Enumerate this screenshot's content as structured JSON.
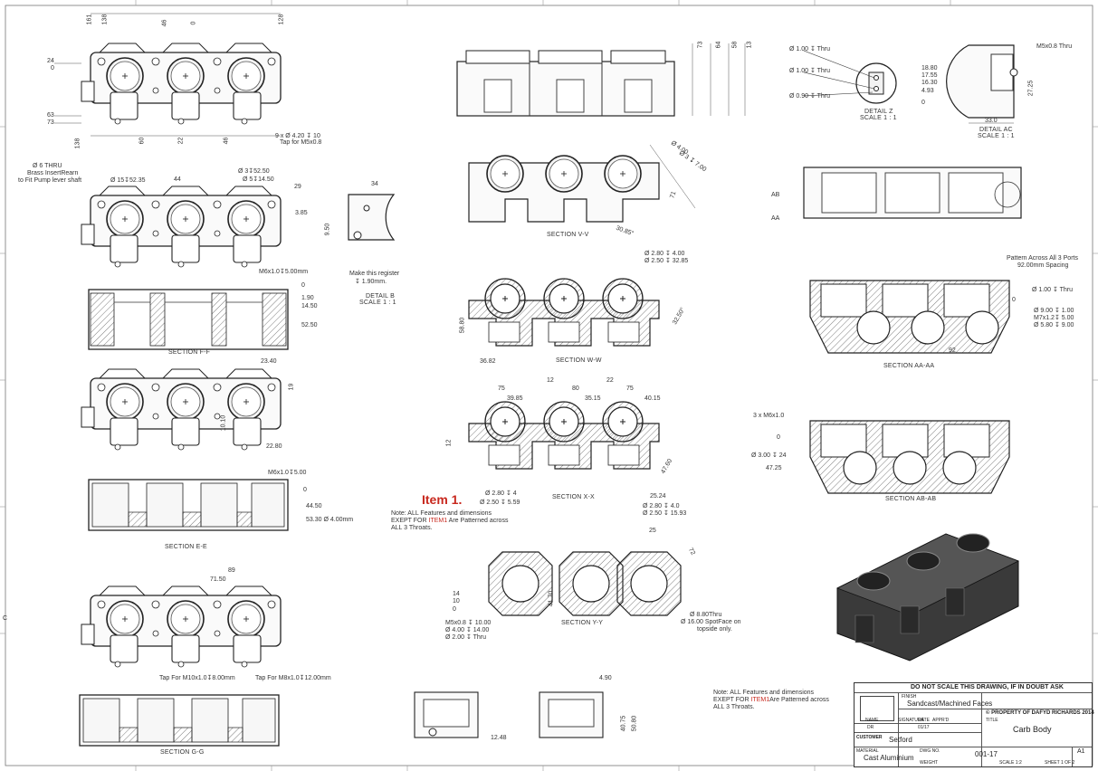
{
  "sections": {
    "section_vv": "SECTION V-V",
    "section_ww": "SECTION W-W",
    "section_xx": "SECTION X-X",
    "section_yy": "SECTION Y-Y",
    "section_ff": "SECTION F-F",
    "section_ee": "SECTION E-E",
    "section_gg": "SECTION G-G",
    "section_aa": "SECTION AA-AA",
    "section_ab": "SECTION AB-AB",
    "detail_z": "DETAIL Z",
    "detail_z_scale": "SCALE 1 : 1",
    "detail_ac": "DETAIL AC",
    "detail_ac_scale": "SCALE 1 : 1",
    "detail_b": "DETAIL B",
    "detail_b_scale": "SCALE 1 : 1"
  },
  "notes": {
    "brass_1": "Ø 6 THRU",
    "brass_2": "Brass InsertRearn",
    "brass_3": "to Fit Pump lever shaft",
    "tap_m5": "Tap for M5x0.8",
    "holes_9x": "9 x Ø 4.20 ↧ 10",
    "register_1": "Make this register",
    "register_2": "↧ 1.90mm.",
    "pattern_1": "Pattern Across All 3 Ports",
    "pattern_2": "92.00mm Spacing",
    "tap_m10": "Tap For M10x1.0↧8.00mm",
    "tap_m8": "Tap For M8x1.0↧12.00mm",
    "item1": "Item 1.",
    "note1_a": "Note: ALL Features and dimensions",
    "note1_b_pre": "EXEPT FOR ",
    "note1_b_red": "ITEM1",
    "note1_b_post": " Are Patterned across",
    "note1_c": "ALL 3 Throats.",
    "note2_a": "Note: ALL Features and dimensions",
    "note2_b_pre": "EXEPT FOR ",
    "note2_b_red": "ITEM1",
    "note2_b_post": "Are Patterned across",
    "note2_c": "ALL 3 Throats.",
    "spotface_1": "Ø 8.80Thru",
    "spotface_2": "Ø 16.00 SpotFace on",
    "spotface_3": "topside only.",
    "m5_thru": "M5x0.8 Thru",
    "m6_1": "M6x1.0↧5.00mm",
    "m6_2": "M6x1.0↧5.00",
    "m6_3x": "3 x M6x1.0",
    "m5_stack_1": "M5x0.8 ↧ 10.00",
    "m5_stack_2": "Ø 4.00 ↧ 14.00",
    "m5_stack_3": "Ø 2.00 ↧ Thru"
  },
  "dims": {
    "d161": "161",
    "d138a": "138",
    "d46a": "46",
    "d0a": "0",
    "d128": "128",
    "d24": "24",
    "d0b": "0",
    "d63": "63",
    "d73": "73",
    "d138b": "138",
    "d60": "60",
    "d22": "22",
    "d46b": "46",
    "d73v": "73",
    "d64": "64",
    "d58": "58",
    "d13": "13",
    "z_100a": "Ø 1.00 ↧ Thru",
    "z_100b": "Ø 1.00 ↧ Thru",
    "z_090": "Ø 0.90 ↧ Thru",
    "z_1880": "18.80",
    "z_1755": "17.55",
    "z_1630": "16.30",
    "z_493": "4.93",
    "z_0": "0",
    "ac_2725": "27.25",
    "ac_330": "33.0",
    "vv_400": "Ø 4.00",
    "vv_300": "Ø 3 ↧ 7.00",
    "vv_71": "71",
    "vv_30": "30.85°",
    "f_152": "Ø 15↧52.35",
    "f_44": "44",
    "f_352": "Ø 3↧52.50",
    "f_514": "Ø 5↧14.50",
    "f_29": "29",
    "f_385": "3.85",
    "ff_0": "0",
    "ff_190": "1.90",
    "ff_1450": "14.50",
    "ff_5250": "52.50",
    "b_34": "34",
    "b_950": "9.50",
    "ww_280": "Ø 2.80 ↧ 4.00",
    "ww_250": "Ø 2.50 ↧ 32.85",
    "ww_5880": "58.80",
    "ww_3682": "36.82",
    "ww_ang": "32.50°",
    "e_2340": "23.40",
    "e_19": "19",
    "e_1010": "10.10",
    "e_2280": "22.80",
    "ee_0": "0",
    "ee_4450": "44.50",
    "ee_5330": "53.30 Ø 4.00mm",
    "xx_75a": "75",
    "xx_12": "12",
    "xx_80": "80",
    "xx_22": "22",
    "xx_75b": "75",
    "xx_3985": "39.85",
    "xx_3515": "35.15",
    "xx_4015": "40.15",
    "xx_280": "Ø 2.80 ↧ 4",
    "xx_250": "Ø 2.50 ↧ 5.59",
    "xx_2524": "25.24",
    "xx_280b": "Ø 2.80 ↧ 4.0",
    "xx_250b": "Ø 2.50 ↧ 15.93",
    "xx_4760": "47.60",
    "xx_12v": "12",
    "g_89": "89",
    "g_7150": "71.50",
    "aa_100": "Ø 1.00 ↧ Thru",
    "aa_900": "Ø 9.00 ↧ 1.00",
    "aa_m7": "M7x1.2↧ 5.00",
    "aa_580": "Ø 5.80 ↧ 9.00",
    "aa_92": "92",
    "aa_0": "0",
    "ab_ab": "AB",
    "ab_aa": "AA",
    "abab_0": "0",
    "abab_300": "Ø 3.00 ↧ 24",
    "abab_4725": "47.25",
    "yy_14": "14",
    "yy_10": "10",
    "yy_0": "0",
    "yy_4170": "41.70",
    "yy_25": "25",
    "yy_72": "72",
    "b_490": "4.90",
    "b_4075": "40.75",
    "b_5080": "50.80",
    "b_1248": "12.48"
  },
  "title_block": {
    "warning": "DO NOT SCALE THIS DRAWING, IF IN DOUBT ASK",
    "finish_label": "FINISH",
    "finish": "Sandcast/Machined Faces",
    "property": "© PROPERTY OF DAFYD RICHARDS 2014",
    "title_label": "TITLE",
    "title": "Carb Body",
    "customer_label": "CUSTOMER",
    "customer": "Setford",
    "material_label": "MATERIAL",
    "material": "Cast Aluminium",
    "dwg_label": "DWG NO.",
    "dwg_no": "001-17",
    "size": "A1",
    "name_h": "NAME",
    "sig_h": "SIGNATURE",
    "date_h": "DATE",
    "approv_h": "APPR'D",
    "drawn": "DR",
    "drawn_date": "01/17",
    "weight_label": "WEIGHT",
    "scale_label": "SCALE 1:2",
    "sheet_label": "SHEET 1 OF 2"
  },
  "border": {
    "row_c": "C"
  }
}
